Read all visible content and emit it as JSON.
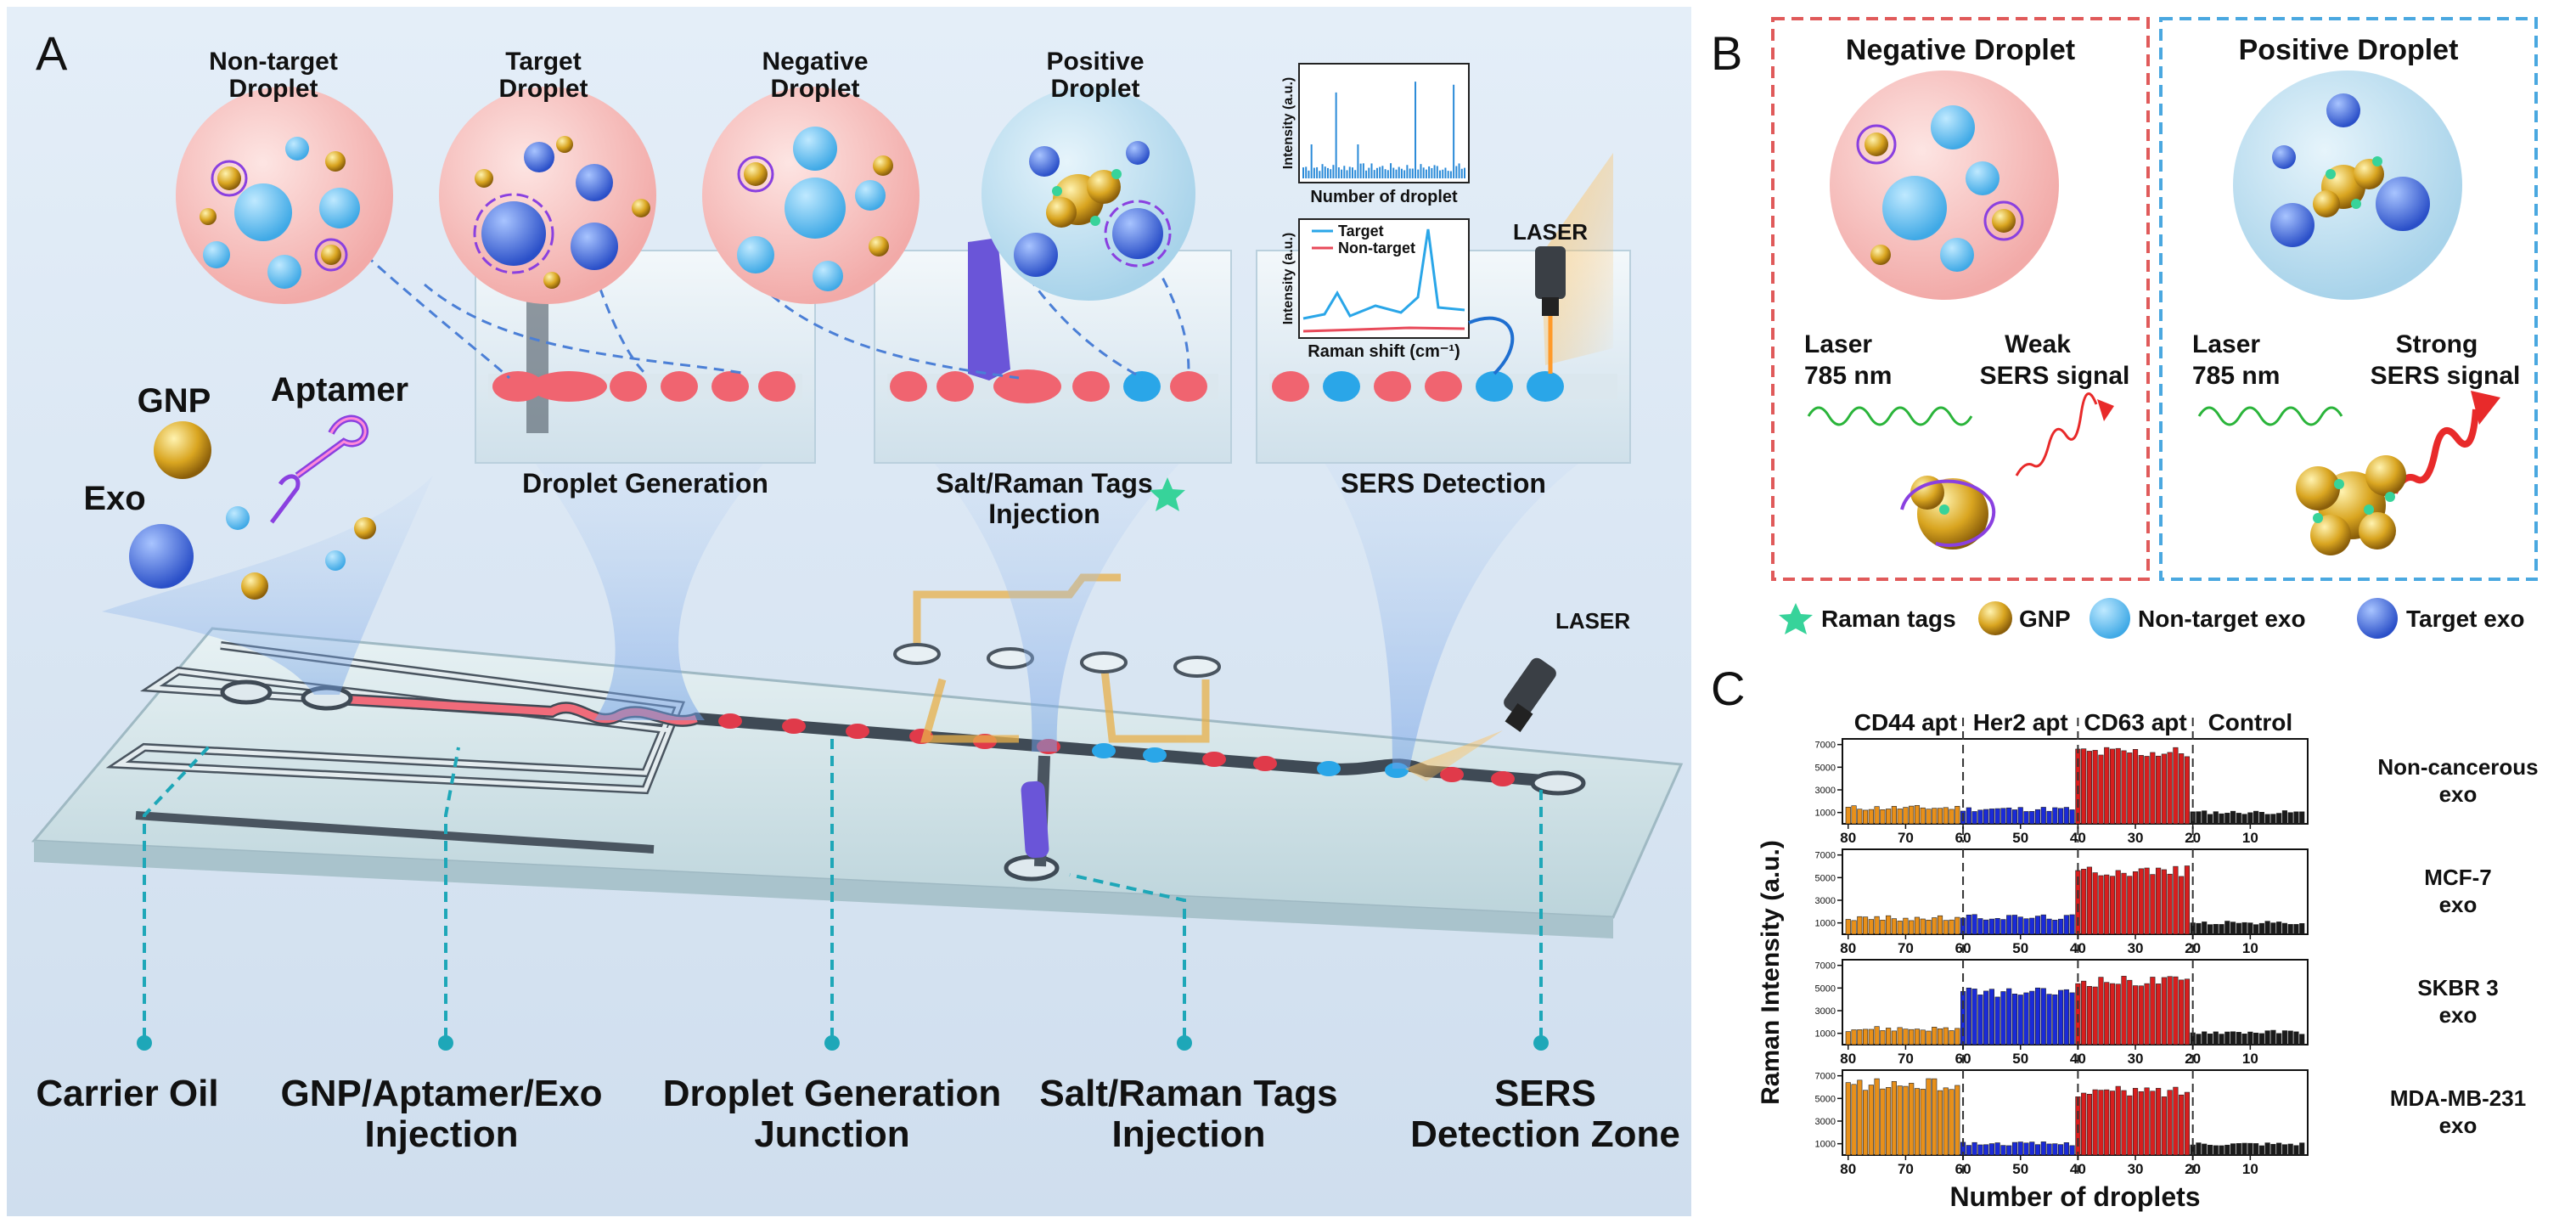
{
  "panels": {
    "a": {
      "letter": "A",
      "droplets": [
        {
          "label_l1": "Non-target",
          "label_l2": "Droplet",
          "color": "#f6c6c4"
        },
        {
          "label_l1": "Target",
          "label_l2": "Droplet",
          "color": "#f6c6c4"
        },
        {
          "label_l1": "Negative",
          "label_l2": "Droplet",
          "color": "#f6c6c4"
        },
        {
          "label_l1": "Positive",
          "label_l2": "Droplet",
          "color": "#cfe6f2"
        }
      ],
      "inset_scatter_ylabel": "Intensity (a.u.)",
      "inset_scatter_xlabel": "Number of droplet",
      "inset_spectrum_ylabel": "Intensity (a.u.)",
      "inset_spectrum_xlabel": "Raman shift (cm⁻¹)",
      "inset_legend": [
        "Target",
        "Non-target"
      ],
      "laser_label": "LASER",
      "laser_label_chip": "LASER",
      "reagents": {
        "gnp": "GNP",
        "aptamer": "Aptamer",
        "exo": "Exo"
      },
      "windows": {
        "generation": "Droplet Generation",
        "salt_l1": "Salt/Raman Tags",
        "salt_l2": "Injection",
        "sers": "SERS Detection"
      },
      "bottom_labels": [
        {
          "l1": "Carrier Oil",
          "l2": ""
        },
        {
          "l1": "GNP/Aptamer/Exo",
          "l2": "Injection"
        },
        {
          "l1": "Droplet Generation",
          "l2": "Junction"
        },
        {
          "l1": "Salt/Raman Tags",
          "l2": "Injection"
        },
        {
          "l1": "SERS",
          "l2": "Detection Zone"
        }
      ]
    },
    "b": {
      "letter": "B",
      "negative": {
        "title": "Negative Droplet",
        "laser_l1": "Laser",
        "laser_l2": "785 nm",
        "signal_l1": "Weak",
        "signal_l2": "SERS signal"
      },
      "positive": {
        "title": "Positive Droplet",
        "laser_l1": "Laser",
        "laser_l2": "785 nm",
        "signal_l1": "Strong",
        "signal_l2": "SERS signal"
      },
      "legend": [
        "Raman tags",
        "GNP",
        "Non-target exo",
        "Target exo"
      ],
      "colors": {
        "negative_border": "#e05a5a",
        "positive_border": "#4aa8e0"
      }
    },
    "c": {
      "letter": "C"
    }
  },
  "chart_data": {
    "type": "bar",
    "ylabel": "Raman Intensity (a.u.)",
    "xlabel": "Number of droplets",
    "x_ticks": [
      80,
      70,
      60,
      50,
      40,
      30,
      20,
      10
    ],
    "y_ticks": [
      1000,
      3000,
      5000,
      7000
    ],
    "ylim": [
      0,
      7500
    ],
    "xlim": [
      81,
      0
    ],
    "group_labels": [
      "CD44 apt",
      "Her2 apt",
      "CD63 apt",
      "Control"
    ],
    "group_boundaries": [
      60,
      40,
      20
    ],
    "group_colors": [
      "#e8901a",
      "#1a2ad8",
      "#d81e1e",
      "#1a1a1a"
    ],
    "group_levels_note": "",
    "rows": [
      {
        "name_l1": "Non-cancerous",
        "name_l2": "exo",
        "levels": [
          1400,
          1300,
          6300,
          1000
        ]
      },
      {
        "name_l1": "MCF-7",
        "name_l2": "exo",
        "levels": [
          1400,
          1500,
          5600,
          1000
        ]
      },
      {
        "name_l1": "SKBR 3",
        "name_l2": "exo",
        "levels": [
          1400,
          4600,
          5600,
          1100
        ]
      },
      {
        "name_l1": "MDA-MB-231",
        "name_l2": "exo",
        "levels": [
          6200,
          1000,
          5600,
          1000
        ]
      }
    ]
  }
}
